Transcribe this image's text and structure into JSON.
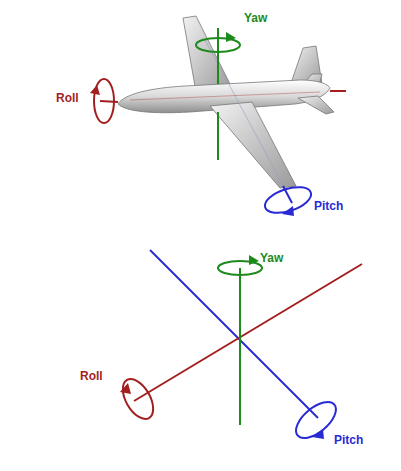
{
  "diagram": {
    "labels": [
      "Yaw",
      "Roll",
      "Pitch",
      "Yaw",
      "Roll",
      "Pitch"
    ]
  }
}
